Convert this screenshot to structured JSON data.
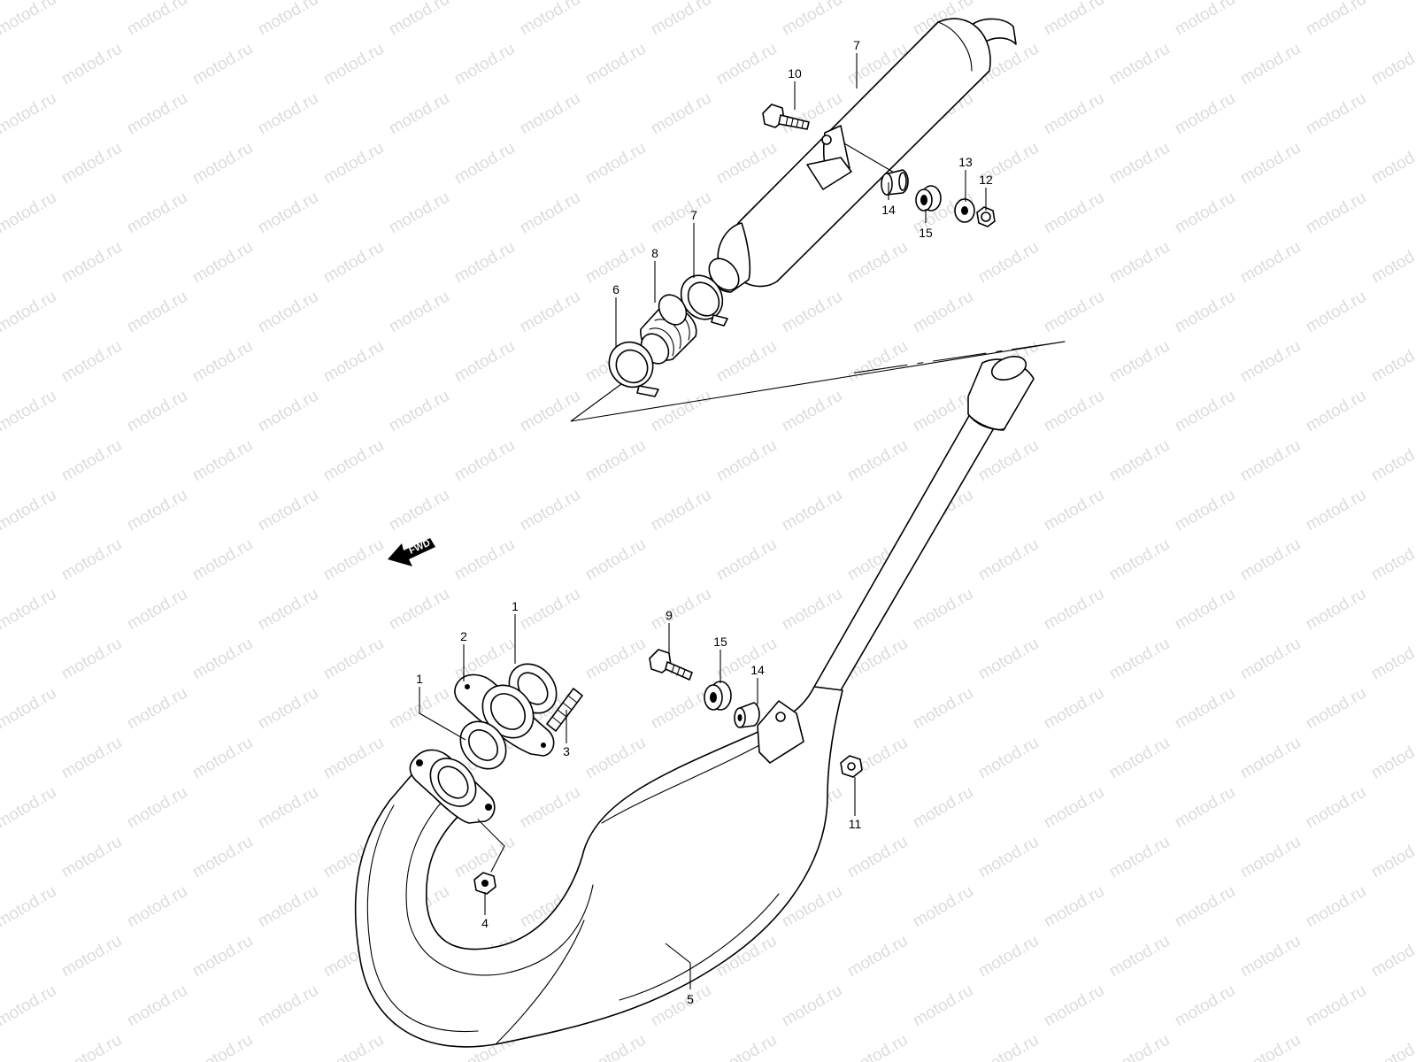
{
  "watermark": {
    "text": "motod.ru",
    "color": "#dcdcdc"
  },
  "direction_marker": {
    "label": "FWD",
    "icon": "forward-arrow-icon"
  },
  "callouts": [
    "1",
    "1",
    "2",
    "3",
    "4",
    "5",
    "6",
    "7",
    "7",
    "8",
    "9",
    "10",
    "11",
    "12",
    "13",
    "14",
    "14",
    "15",
    "15"
  ]
}
